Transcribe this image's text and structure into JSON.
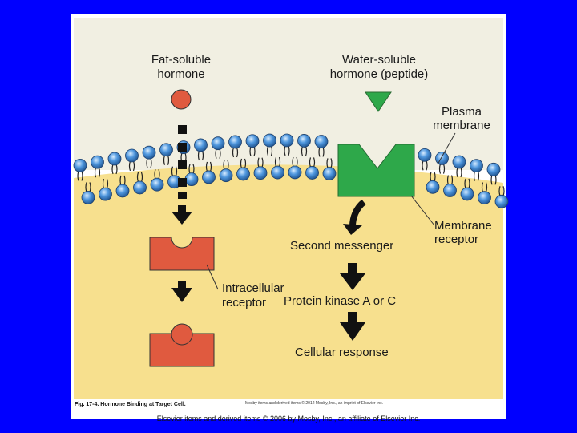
{
  "labels": {
    "fat_soluble": [
      "Fat-soluble",
      "hormone"
    ],
    "water_soluble": [
      "Water-soluble",
      "hormone (peptide)"
    ],
    "plasma_membrane": [
      "Plasma",
      "membrane"
    ],
    "membrane_receptor": [
      "Membrane",
      "receptor"
    ],
    "second_messenger": "Second messenger",
    "intracellular_receptor": [
      "Intracellular",
      "receptor"
    ],
    "protein_kinase": "Protein kinase A or C",
    "cellular_response": "Cellular response"
  },
  "caption": {
    "figure": "Fig. 17-4. Hormone Binding at Target Cell.",
    "copyright_lines": [
      "Mosby items and derived items © 2012 Mosby, Inc., an imprint of Elsevier Inc."
    ]
  },
  "footer_note": "Elsevier items and derived items © 2006 by Mosby, Inc., an affiliate of Elsevier Inc.",
  "colors": {
    "background": "#0000ff",
    "cytoplasm": "#f7e08e",
    "hormone_red": "#e05a3f",
    "receptor_green": "#2ea84a",
    "phospholipid_head": "#4a90d9"
  }
}
